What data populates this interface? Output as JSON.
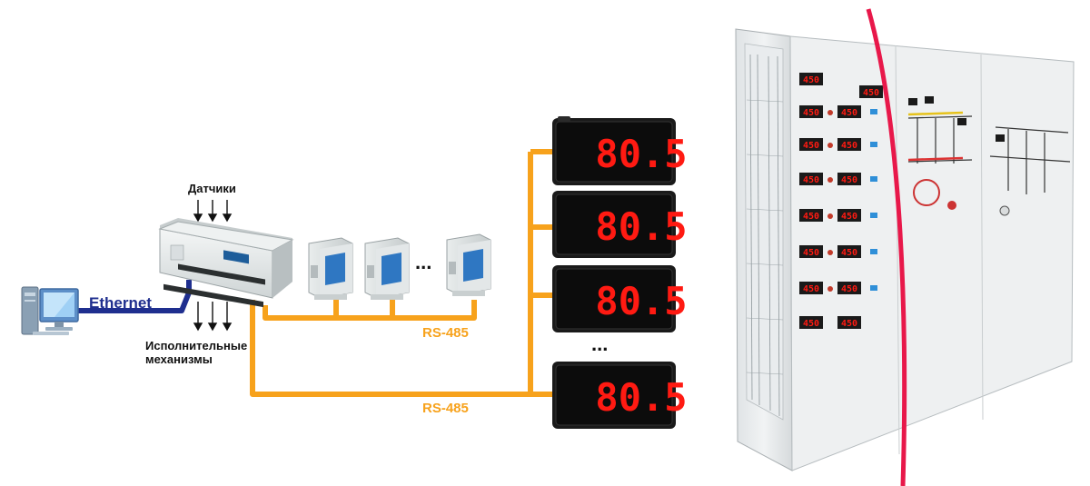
{
  "labels": {
    "sensors": "Датчики",
    "actuators": "Исполнительные механизмы",
    "ethernet": "Ethernet",
    "rs485_top": "RS-485",
    "rs485_bottom": "RS-485",
    "ellipsis_modules": "...",
    "ellipsis_displays": "..."
  },
  "displays": [
    {
      "value": "80.5"
    },
    {
      "value": "80.5"
    },
    {
      "value": "80.5"
    },
    {
      "value": "80.5"
    }
  ],
  "panel": {
    "displays_left": [
      {
        "value": "450"
      },
      {
        "value": "450"
      },
      {
        "value": "450"
      },
      {
        "value": "450"
      },
      {
        "value": "450"
      },
      {
        "value": "450"
      },
      {
        "value": "450"
      },
      {
        "value": "450"
      }
    ],
    "displays_right": [
      {
        "value": "450"
      },
      {
        "value": "450"
      },
      {
        "value": "450"
      },
      {
        "value": "450"
      },
      {
        "value": "450"
      },
      {
        "value": "450"
      },
      {
        "value": "450"
      },
      {
        "value": "450"
      }
    ]
  },
  "colors": {
    "rs485_bus": "#f7a21c",
    "ethernet_cable": "#1f2f8f",
    "display_digits": "#ff1a12",
    "cut_line": "#e8184a"
  }
}
